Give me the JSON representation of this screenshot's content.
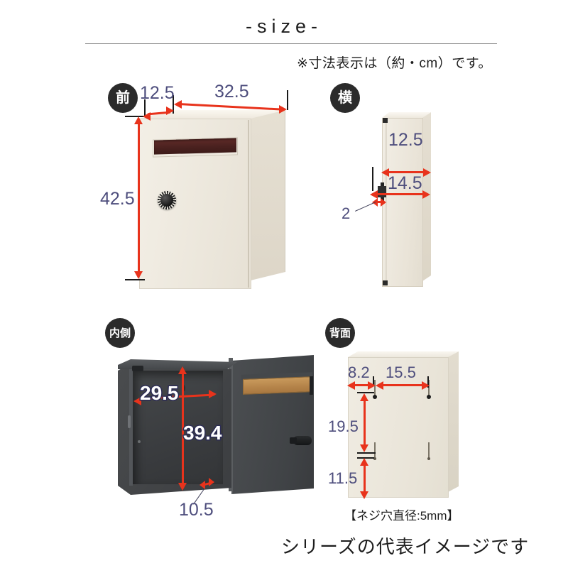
{
  "header": {
    "title": "-size-",
    "note": "※寸法表示は（約・cm）です。"
  },
  "views": {
    "front": {
      "badge": "前",
      "dims": {
        "depth_top": "12.5",
        "width_top": "32.5",
        "height_left": "42.5"
      }
    },
    "side": {
      "badge": "横",
      "dims": {
        "depth_upper": "12.5",
        "depth_lower": "14.5",
        "hinge": "2"
      }
    },
    "interior": {
      "badge": "内側",
      "dims": {
        "inner_width": "29.5",
        "inner_height": "39.4",
        "inner_depth": "10.5"
      }
    },
    "back": {
      "badge": "背面",
      "dims": {
        "left_offset": "8.2",
        "hole_spacing": "15.5",
        "vertical_spacing": "19.5",
        "bottom_offset": "11.5"
      },
      "screw_note": "【ネジ穴直径:5mm】"
    }
  },
  "footer": {
    "caption": "シリーズの代表イメージです"
  },
  "colors": {
    "dimension_text": "#4e4e7d",
    "arrow_red": "#e8331c",
    "badge_bg": "#2b2b2b",
    "body_cream": "#ece7dc",
    "interior_gray": "#3c3e41",
    "slot_brown": "#4a211f",
    "flap_tan": "#b5844a"
  }
}
